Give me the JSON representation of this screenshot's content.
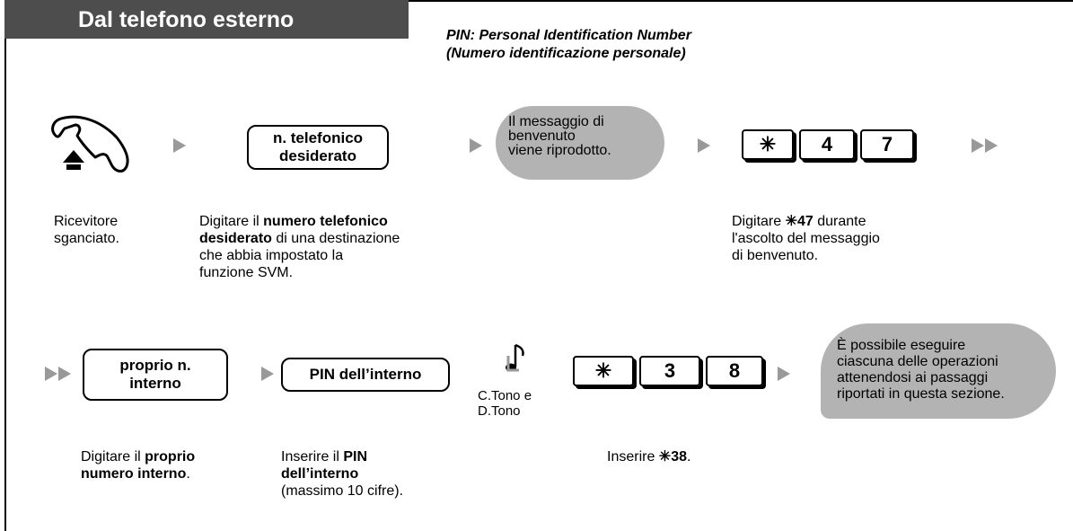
{
  "header": {
    "title": "Dal telefono esterno"
  },
  "pin_note": {
    "line1": "PIN: Personal Identification Number",
    "line2": "(Numero identificazione personale)"
  },
  "row1": {
    "box_number": [
      "n. telefonico",
      "desiderato"
    ],
    "bubble": [
      "Il messaggio di",
      "benvenuto",
      "viene riprodotto."
    ],
    "keys": [
      "✳",
      "4",
      "7"
    ],
    "captions": {
      "handset": [
        "Ricevitore",
        "sganciato."
      ],
      "dial": {
        "l1a": "Digitare il ",
        "l1b": "numero telefonico",
        "l2a": "desiderato",
        "l2b": " di una destinazione",
        "l3": "che abbia impostato la",
        "l4": "funzione SVM."
      },
      "star47": {
        "l1a": "Digitare ",
        "l1b": "✳47",
        "l1c": " durante",
        "l2": "l'ascolto del messaggio",
        "l3": "di benvenuto."
      }
    }
  },
  "row2": {
    "box_ext": [
      "proprio n.",
      "interno"
    ],
    "box_pin": "PIN dell’interno",
    "tone": [
      "C.Tono e",
      "D.Tono"
    ],
    "keys": [
      "✳",
      "3",
      "8"
    ],
    "bubble": [
      "È possibile eseguire",
      "ciascuna delle operazioni",
      "attenendosi ai passaggi",
      "riportati in questa sezione."
    ],
    "captions": {
      "ext": {
        "l1a": "Digitare il ",
        "l1b": "proprio",
        "l2a": "numero interno",
        "l2b": "."
      },
      "pin": {
        "l1a": "Inserire il ",
        "l1b": "PIN",
        "l2": "dell’interno",
        "l3": "(massimo 10 cifre)."
      },
      "star38": {
        "a": "Inserire ",
        "b": "✳38",
        "c": "."
      }
    }
  },
  "colors": {
    "header_bg": "#4d4d4d",
    "bubble_bg": "#b3b3b3",
    "arrow": "#999999"
  }
}
